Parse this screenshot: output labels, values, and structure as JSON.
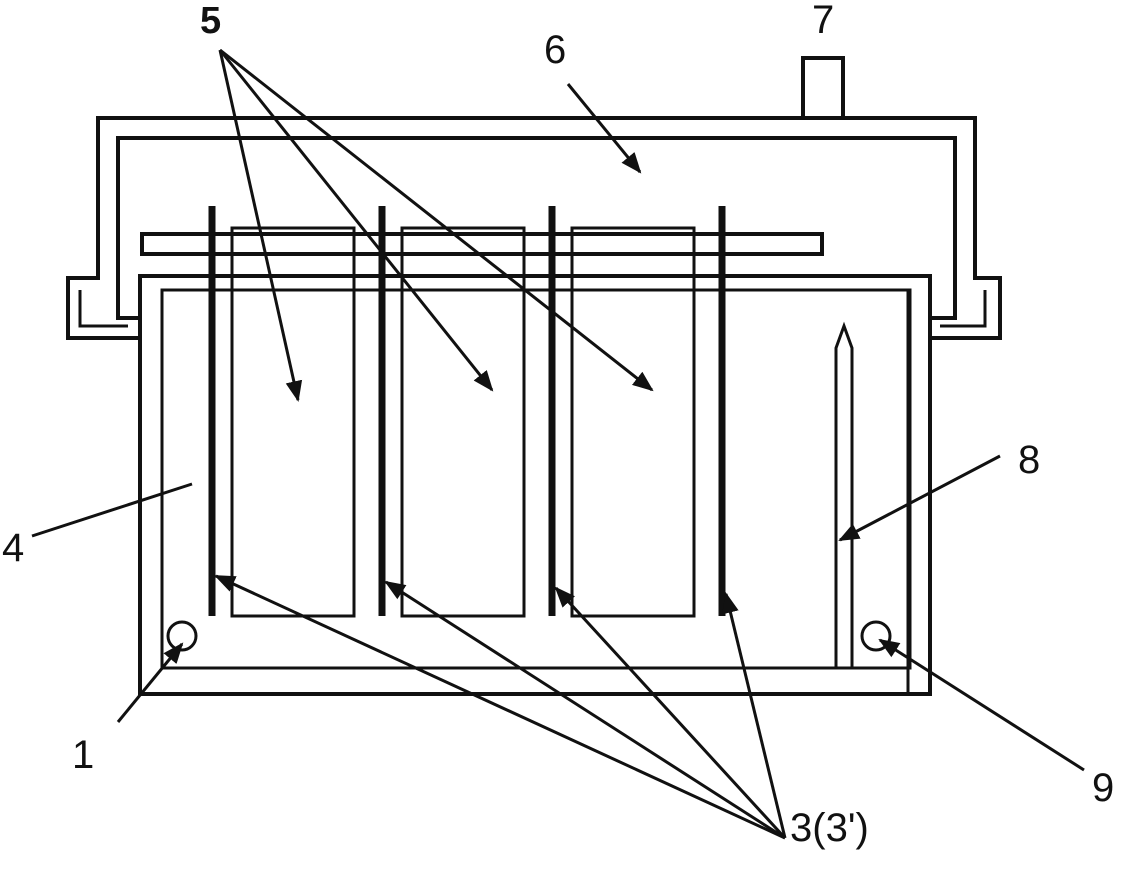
{
  "labels": {
    "l1": "1",
    "l3": "3(3')",
    "l4": "4",
    "l5": "5",
    "l6": "6",
    "l7": "7",
    "l8": "8",
    "l9": "9"
  },
  "colors": {
    "line": "#111111",
    "background": "#ffffff"
  }
}
